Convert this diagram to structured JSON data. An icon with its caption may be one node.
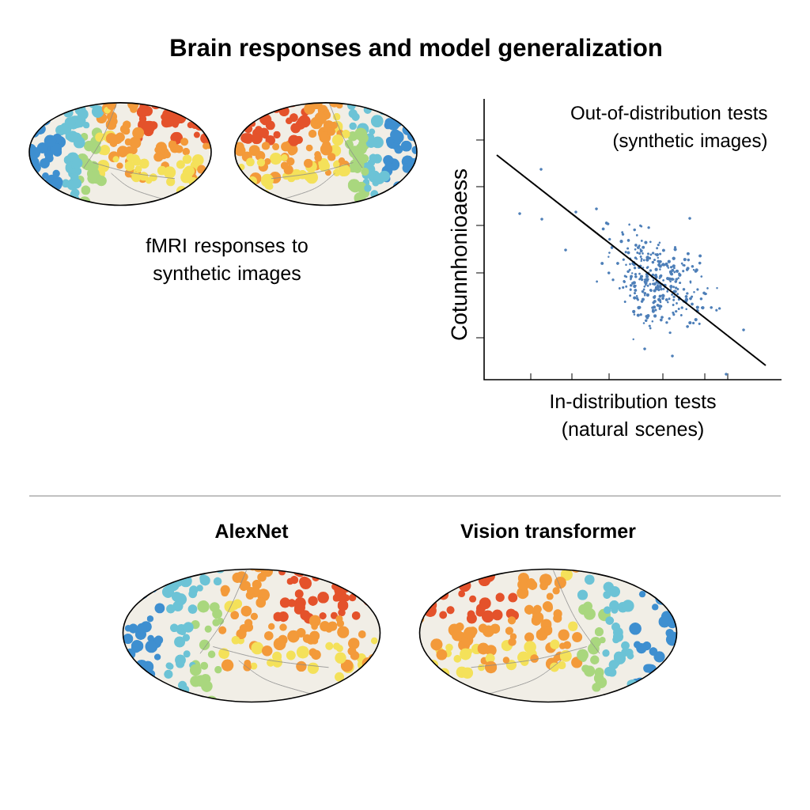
{
  "diagram": {
    "title": "Brain responses and model generalization",
    "labels": [
      "fMRI responses to synthetic images",
      "Out-of-distribution tests (synthetic images)",
      "Cotunnhonioaess",
      "In-distribution tests (natural scenes)",
      "AlexNet",
      "Vision transformer"
    ]
  }
}
